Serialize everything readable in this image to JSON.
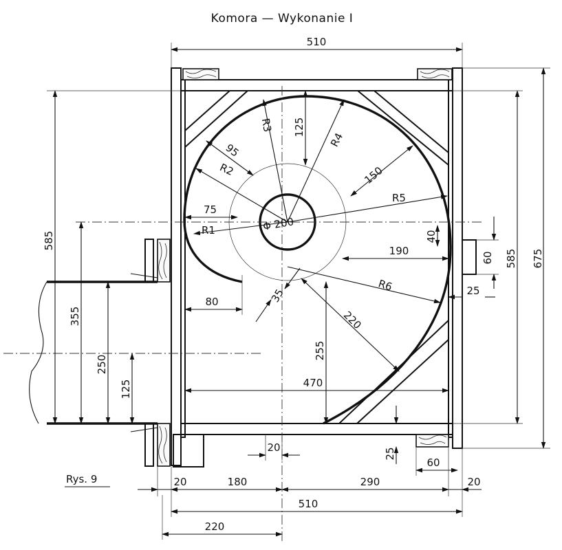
{
  "title": "Komora — Wykonanie I",
  "figure_label": "Rys. 9",
  "radii": [
    "R1",
    "R2",
    "R3",
    "R4",
    "R5",
    "R6"
  ],
  "pipe_diameter": "Φ 200",
  "dimensions": {
    "top_width": "510",
    "bottom_width": "510",
    "inner_width": "470",
    "height_outer": "675",
    "height_inner_right": "585",
    "height_left": "585",
    "inlet_height": "355",
    "inlet_half": "250",
    "inlet_quarter": "125",
    "d_95": "95",
    "d_125": "125",
    "d_150": "150",
    "d_75": "75",
    "d_190": "190",
    "d_40": "40",
    "d_60_right": "60",
    "d_25_right": "25",
    "d_80": "80",
    "d_35": "35",
    "d_220_diag": "220",
    "d_255": "255",
    "d_20_mid": "20",
    "d_25_bottom": "25",
    "d_60_bottom": "60",
    "d_20_left": "20",
    "d_180": "180",
    "d_290": "290",
    "d_20_right": "20",
    "d_220_bottom": "220"
  }
}
